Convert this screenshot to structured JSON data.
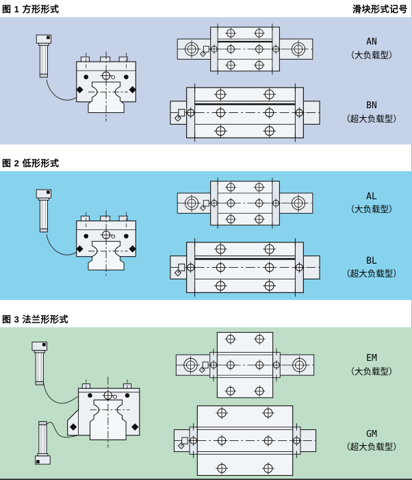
{
  "page": {
    "corner_header": "滑块形式记号"
  },
  "figures": [
    {
      "title": "图 1 方形形式",
      "panel_color": "#c6d2e8",
      "variants": [
        {
          "code": "AN",
          "type_label": "（大负载型）"
        },
        {
          "code": "BN",
          "type_label": "（超大负载型）"
        }
      ]
    },
    {
      "title": "图 2 低形形式",
      "panel_color": "#87d3ee",
      "variants": [
        {
          "code": "AL",
          "type_label": "（大负载型）"
        },
        {
          "code": "BL",
          "type_label": "（超大负载型）"
        }
      ]
    },
    {
      "title": "图 3 法兰形形式",
      "panel_color": "#bedec7",
      "variants": [
        {
          "code": "EM",
          "type_label": "（大负载型）"
        },
        {
          "code": "GM",
          "type_label": "（超大负载型）"
        }
      ]
    }
  ]
}
